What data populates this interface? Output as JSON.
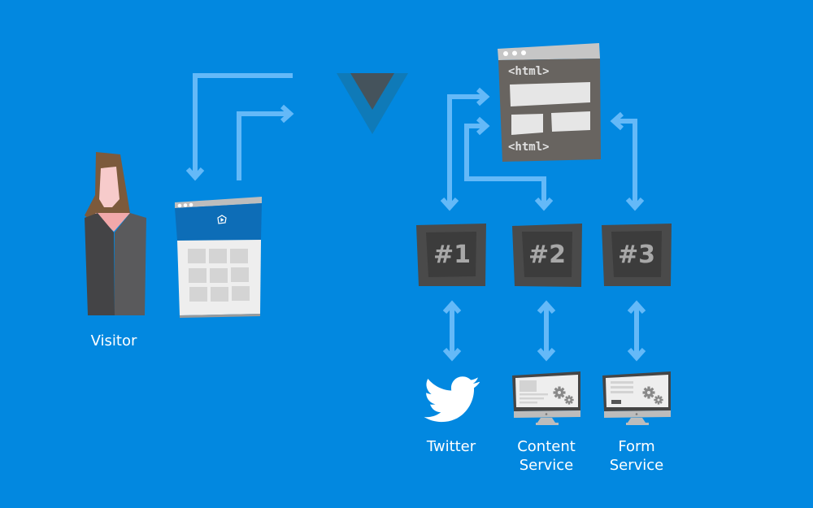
{
  "diagram": {
    "background_color": "#0288e0",
    "arrow_color": "#64b9f8",
    "actors": {
      "visitor": {
        "label": "Visitor",
        "icon": "person-icon"
      }
    },
    "client_page": {
      "icon": "browser-page-icon",
      "play_icon": "play-icon"
    },
    "framework": {
      "icon": "vue-logo-icon"
    },
    "server_template": {
      "open_tag": "<html>",
      "close_tag": "<html>"
    },
    "components": [
      {
        "id": "1",
        "label": "#1"
      },
      {
        "id": "2",
        "label": "#2"
      },
      {
        "id": "3",
        "label": "#3"
      }
    ],
    "services": [
      {
        "label": "Twitter",
        "icon": "twitter-bird-icon"
      },
      {
        "label_line1": "Content",
        "label_line2": "Service",
        "icon": "monitor-gears-icon"
      },
      {
        "label_line1": "Form",
        "label_line2": "Service",
        "icon": "monitor-gears-icon"
      }
    ]
  }
}
